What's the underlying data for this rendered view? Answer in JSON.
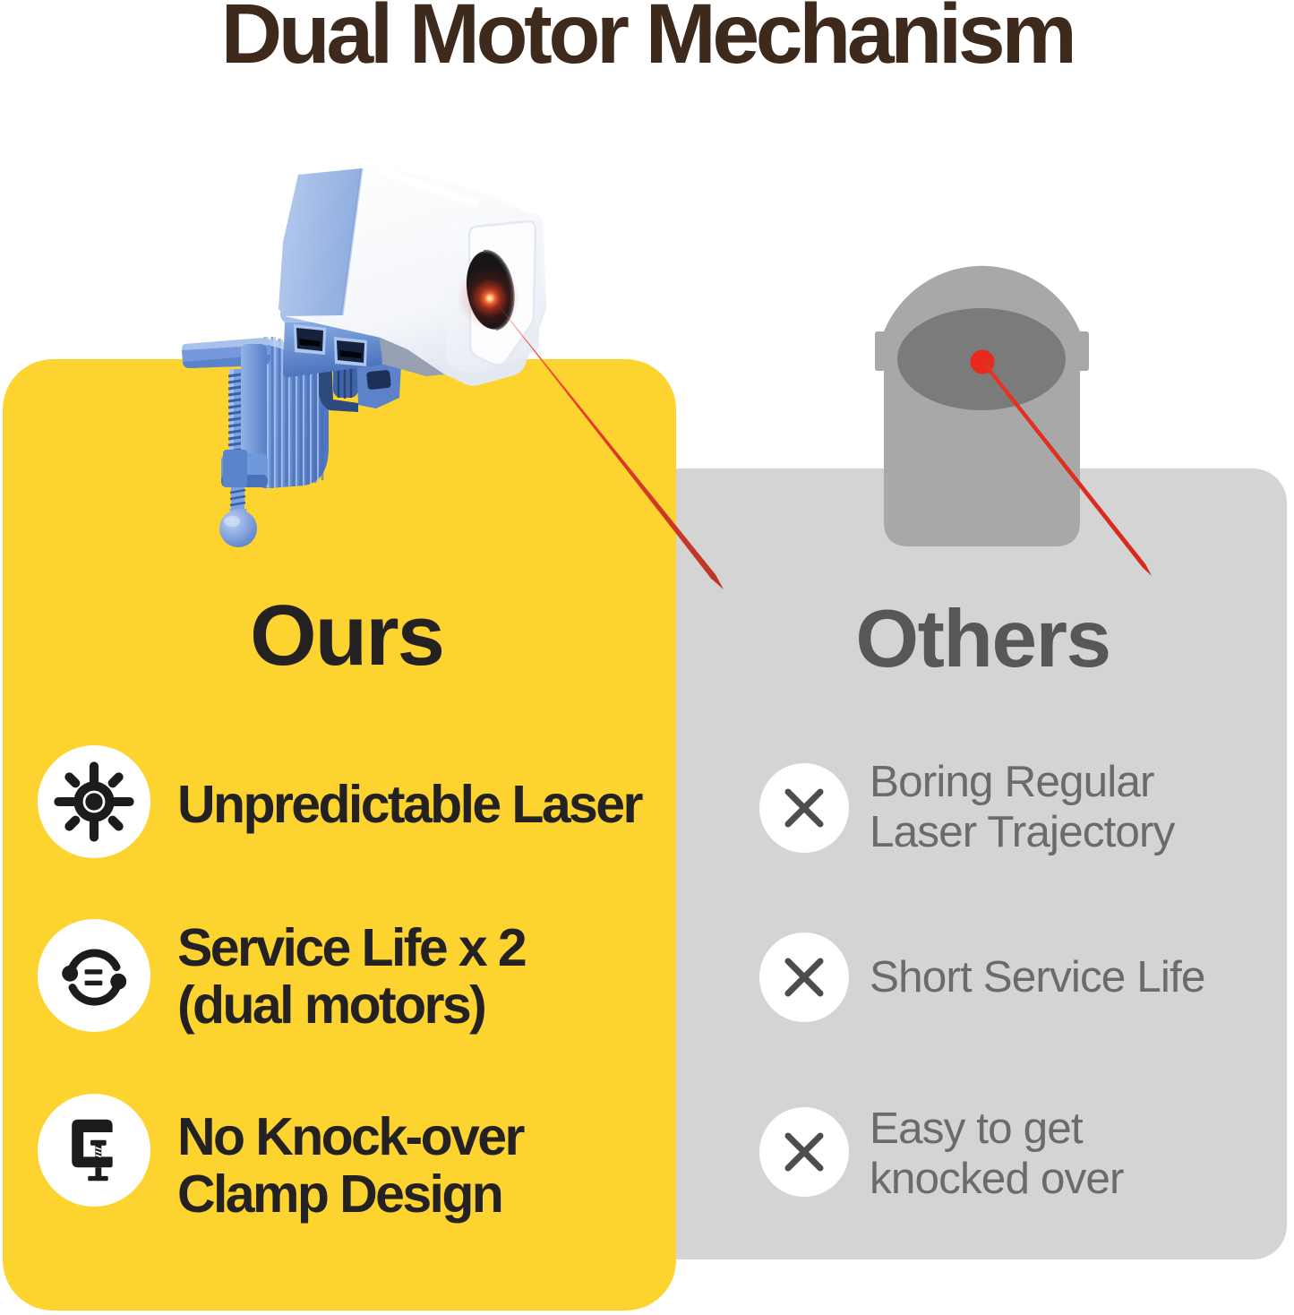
{
  "title": "Dual Motor Mechanism",
  "colors": {
    "title-color": "#3e2a1c",
    "ours-yellow": "#fdd330",
    "others-gray": "#d4d4d4",
    "ours-text": "#242122",
    "others-heading": "#575757",
    "others-text": "#6b6b6b",
    "x-mark": "#4d4d4d",
    "laser-red": "#e6281b",
    "icon-ink": "#1c1c1c"
  },
  "ours": {
    "heading": "Ours",
    "features": [
      {
        "icon": "laser-burst-icon",
        "lines": [
          "Unpredictable Laser"
        ]
      },
      {
        "icon": "dual-motor-icon",
        "lines": [
          "Service Life x 2",
          "(dual motors)"
        ]
      },
      {
        "icon": "clamp-icon",
        "lines": [
          "No Knock-over",
          "Clamp Design"
        ]
      }
    ]
  },
  "others": {
    "heading": "Others",
    "features": [
      {
        "icon": "x-icon",
        "lines": [
          "Boring Regular",
          "Laser Trajectory"
        ]
      },
      {
        "icon": "x-icon",
        "lines": [
          "Short Service Life"
        ]
      },
      {
        "icon": "x-icon",
        "lines": [
          "Easy to get",
          "knocked over"
        ]
      }
    ]
  },
  "art": {
    "ours-product": "laser-toy-with-clamp",
    "others-product": "generic-laser-toy-silhouette",
    "laser-beams": 2
  }
}
